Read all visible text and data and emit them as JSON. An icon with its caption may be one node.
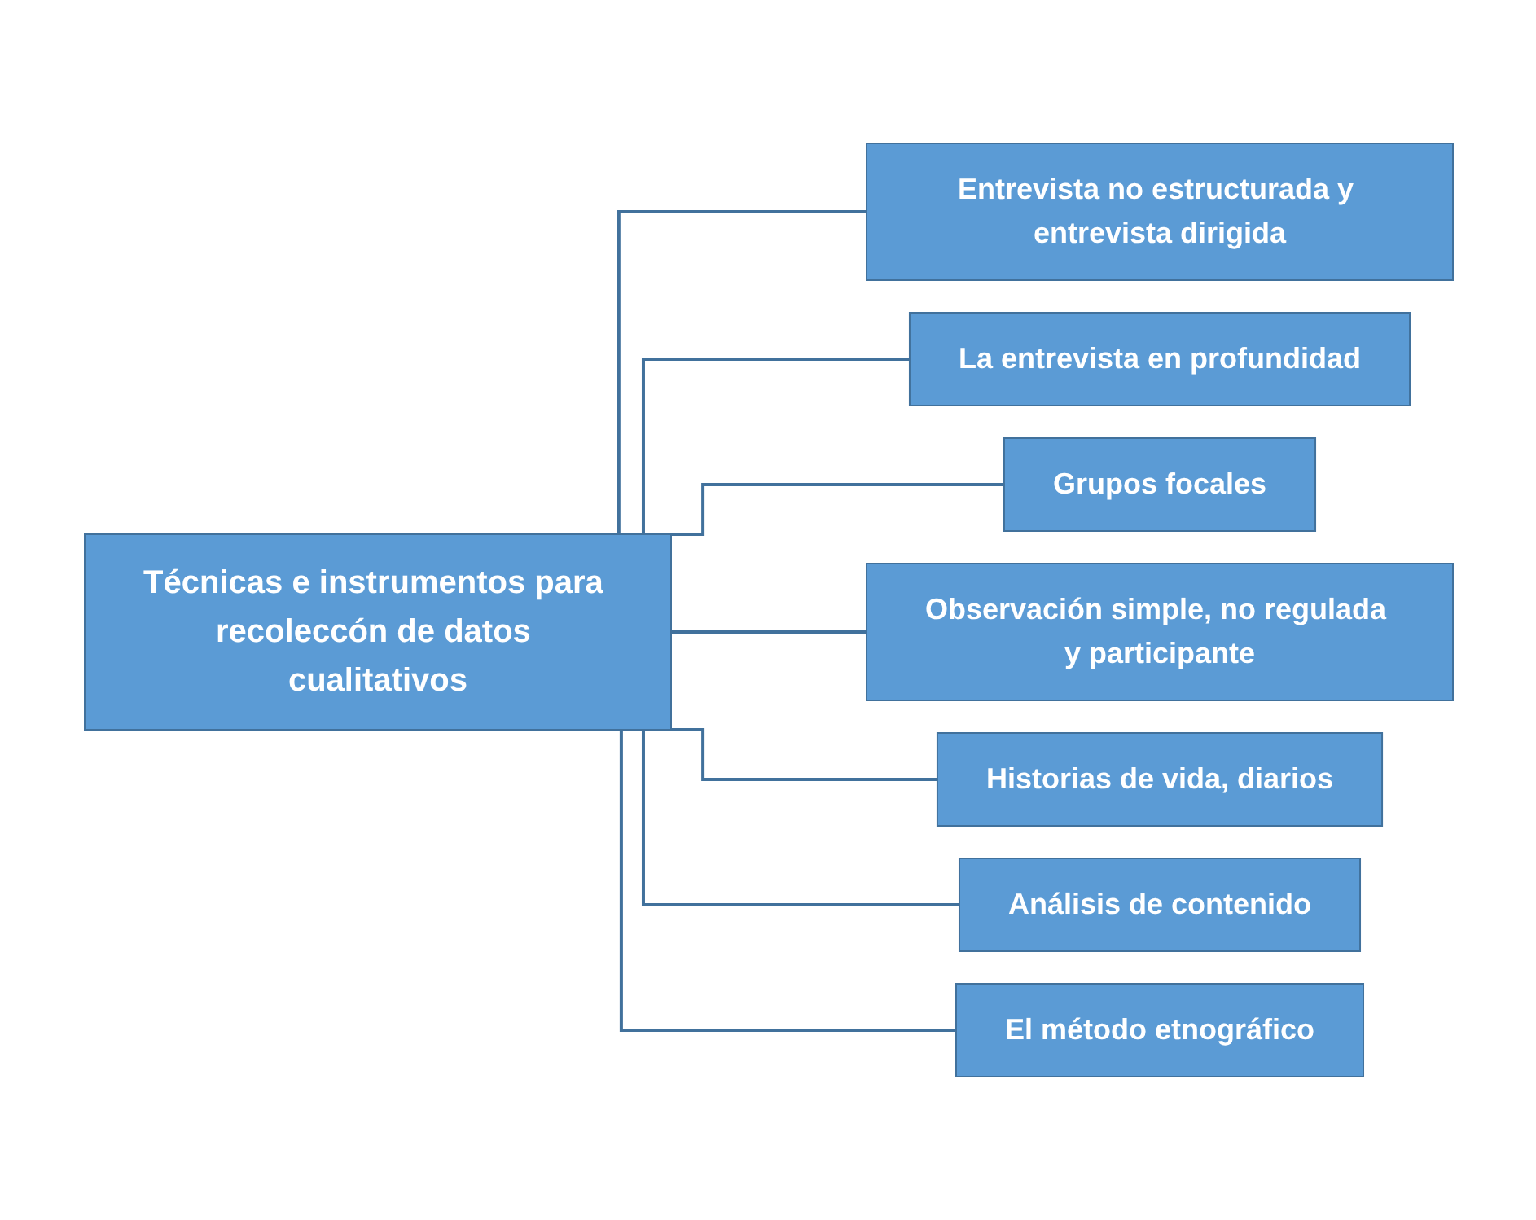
{
  "diagram": {
    "nodes": [
      {
        "text": [
          "Técnicas e instrumentos para recoleccón de datos cualitativos"
        ]
      },
      {
        "text": [
          "Entrevista no estructurada y entrevista dirigida"
        ]
      },
      {
        "text": [
          "La entrevista en profundidad"
        ]
      },
      {
        "text": [
          "Grupos focales"
        ]
      },
      {
        "text": [
          "Observación simple, no regulada y participante"
        ]
      },
      {
        "text": [
          "Historias de vida, diarios"
        ]
      },
      {
        "text": [
          "Análisis de contenido"
        ]
      },
      {
        "text": [
          "El método etnográfico"
        ]
      }
    ],
    "edges": [
      {
        "from": 0,
        "to": 1,
        "arrow": "none"
      },
      {
        "from": 0,
        "to": 2,
        "arrow": "none"
      },
      {
        "from": 0,
        "to": 3,
        "arrow": "none"
      },
      {
        "from": 0,
        "to": 4,
        "arrow": "none"
      },
      {
        "from": 0,
        "to": 5,
        "arrow": "none"
      },
      {
        "from": 0,
        "to": 6,
        "arrow": "none"
      },
      {
        "from": 0,
        "to": 7,
        "arrow": "none"
      }
    ]
  }
}
